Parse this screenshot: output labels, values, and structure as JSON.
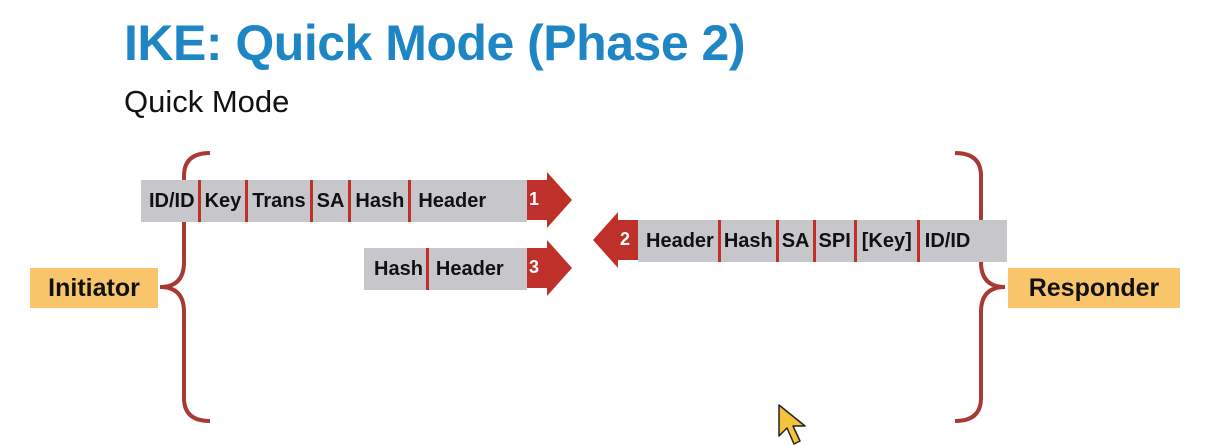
{
  "slide": {
    "title": "IKE: Quick Mode (Phase 2)",
    "subtitle": "Quick Mode"
  },
  "roles": {
    "initiator": "Initiator",
    "responder": "Responder"
  },
  "messages": [
    {
      "number": "1",
      "direction": "to-responder",
      "fields": [
        "ID/ID",
        "Key",
        "Trans",
        "SA",
        "Hash",
        "Header"
      ]
    },
    {
      "number": "2",
      "direction": "to-initiator",
      "fields": [
        "Header",
        "Hash",
        "SA",
        "SPI",
        "[Key]",
        "ID/ID"
      ]
    },
    {
      "number": "3",
      "direction": "to-responder",
      "fields": [
        "Hash",
        "Header"
      ]
    }
  ],
  "colors": {
    "title": "#1f86c6",
    "arrow": "#c0302a",
    "bar": "#c7c7cb",
    "role_box": "#f9c56a",
    "brace": "#a83a34"
  },
  "icons": [
    "mouse-cursor-icon"
  ]
}
